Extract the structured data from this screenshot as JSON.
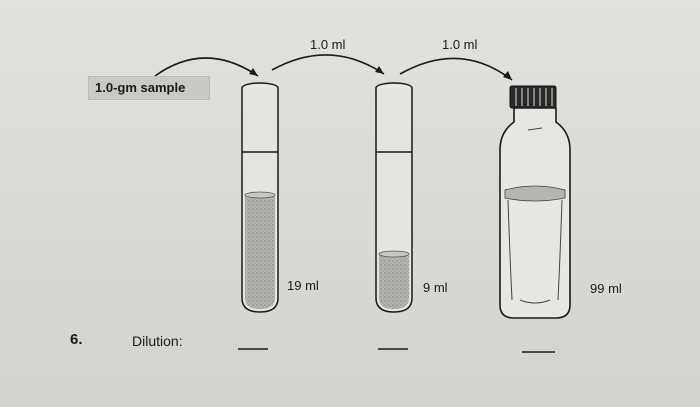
{
  "sample_label": "1.0-gm sample",
  "transfers": [
    "1.0 ml",
    "1.0 ml"
  ],
  "vessels": [
    {
      "type": "test-tube",
      "volume_label": "19 ml"
    },
    {
      "type": "test-tube",
      "volume_label": "9 ml"
    },
    {
      "type": "bottle",
      "volume_label": "99 ml"
    }
  ],
  "problem": {
    "number": "6.",
    "label": "Dilution:"
  },
  "answer_blanks": [
    "",
    "",
    ""
  ],
  "colors": {
    "ink": "#1a1a1a",
    "paper": "#dcdcd9",
    "liquid": "#a8a8a4"
  }
}
